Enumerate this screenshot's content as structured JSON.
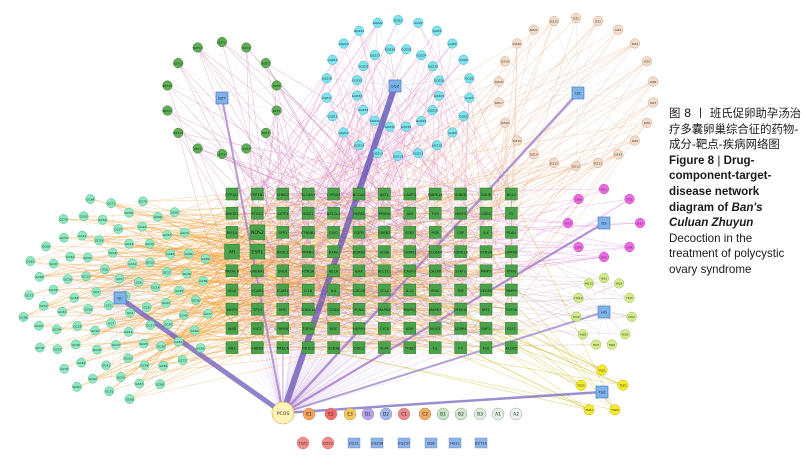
{
  "caption": {
    "cn": "图 8 丨 班氏促卵助孕汤治疗多囊卵巢综合征的药物-成分-靶点-疾病网络图",
    "en_prefix": "Figure 8",
    "en_bar": "|",
    "en_title": "Drug-component-target-disease network diagram of",
    "en_formula": "Ban's Culuan Zhuyun",
    "en_rest": "Decoction in the treatment of polycystic ovary syndrome"
  },
  "colors": {
    "gc": "#8ee8c2",
    "gqz": "#7fe3ee",
    "dz": "#f6dcc8",
    "bzt": "#5fae55",
    "ds": "#f06ae8",
    "hq": "#d4ec8a",
    "tsz": "#f5ea2e",
    "target": "#4aa34a",
    "hub": "#7fb2e8",
    "disease": "#fff3b8"
  },
  "herbs": {
    "gc": {
      "label": "GC",
      "nodes": [
        "GC1",
        "GC2",
        "GC3",
        "GC4",
        "GC5",
        "GC6",
        "GC7",
        "GC8",
        "GC9",
        "GC10",
        "GC11",
        "GC12",
        "GC13",
        "GC14",
        "GC15",
        "GC16",
        "GC17",
        "GC18",
        "GC19",
        "GC20",
        "GC21",
        "GC22",
        "GC23",
        "GC24",
        "GC25",
        "GC26",
        "GC27",
        "GC28",
        "GC29",
        "GC30",
        "GC31",
        "GC32",
        "GC33",
        "GC34",
        "GC35",
        "GC36",
        "GC37",
        "GC38",
        "GC39",
        "GC40",
        "GC41",
        "GC42",
        "GC43",
        "GC44",
        "GC45",
        "GC46",
        "GC47",
        "GC48",
        "GC49",
        "GC50",
        "GC51",
        "GC52",
        "GC53",
        "GC54",
        "GC55",
        "GC56",
        "GC57",
        "GC58",
        "GC59",
        "GC60",
        "GC61",
        "GC62",
        "GC63",
        "GC64",
        "GC65",
        "GC66",
        "GC67",
        "GC68",
        "GC69",
        "GC70",
        "GC71",
        "GC72",
        "GC73",
        "GC74",
        "GC75",
        "GC76",
        "GC77",
        "GC78",
        "GC79",
        "GC80",
        "GC81",
        "GC82",
        "GC83",
        "GC84",
        "GC85",
        "GC86",
        "GC87",
        "GC88"
      ]
    },
    "gqz": {
      "label": "GQZ",
      "nodes": [
        "GQZ1",
        "GQZ2",
        "GQZ3",
        "GQZ4",
        "GQZ5",
        "GQZ6",
        "GQZ7",
        "GQZ8",
        "GQZ9",
        "GQZ10",
        "GQZ11",
        "GQZ12",
        "GQZ13",
        "GQZ14",
        "GQZ15",
        "GQZ16",
        "GQZ17",
        "GQZ18",
        "GQZ19",
        "GQZ20",
        "GQZ21",
        "GQZ22",
        "GQZ23",
        "GQZ24",
        "GQZ25",
        "GQZ26",
        "GQZ27",
        "GQZ28",
        "GQZ29",
        "GQZ30",
        "GQZ31",
        "GQZ32",
        "GQZ33",
        "GQZ34",
        "GQZ35",
        "GQZ36",
        "GQZ37",
        "GQZ38"
      ]
    },
    "dz": {
      "label": "DZ",
      "nodes": [
        "DZ1",
        "DZ2",
        "DZ3",
        "DZ4",
        "DZ5",
        "DZ6",
        "DZ7",
        "DZ8",
        "DZ9",
        "DZ10",
        "DZ11",
        "DZ12",
        "DZ13",
        "DZ14",
        "DZ15",
        "DZ16",
        "DZ17",
        "DZ18",
        "DZ19",
        "DZ20",
        "DZ21",
        "DZ22"
      ]
    },
    "bzt": {
      "label": "BZT",
      "nodes": [
        "BZT1",
        "BZT2",
        "BZT3",
        "BZT4",
        "BZT5",
        "BZT6",
        "BZT7",
        "BZT8",
        "BZT9",
        "BZT10",
        "BZT11",
        "BZT12",
        "BZT13",
        "BZT14"
      ]
    },
    "ds": {
      "label": "DS",
      "nodes": [
        "DS1",
        "DS2",
        "DS3",
        "DS4",
        "DS5",
        "DS6",
        "DS7",
        "DS8"
      ]
    },
    "hq": {
      "label": "HQ",
      "nodes": [
        "HQ1",
        "HQ2",
        "HQ3",
        "HQ4",
        "HQ5",
        "HQ6",
        "HQ7",
        "HQ8",
        "HQ9",
        "HQ10",
        "HQ11"
      ]
    },
    "tsz": {
      "label": "TSZ",
      "nodes": [
        "TSZ1",
        "TSZ2",
        "TSZ3",
        "TSZ4",
        "TSZ5"
      ]
    }
  },
  "targets": [
    [
      "CYP1A1",
      "CYP1B1",
      "CHEK2",
      "SLC6A3",
      "CYP3A4",
      "NCOA2",
      "AKT1",
      "CASP3",
      "MAPK14",
      "IKBKB",
      "CHUK",
      "BCL2"
    ],
    [
      "HMOX1",
      "PTGS1",
      "GSTP1",
      "SOD1",
      "NFE2L2",
      "HSPB1",
      "PPARA",
      "JUN",
      "FOS",
      "MMP3",
      "CDK2",
      "F2"
    ],
    [
      "HIF1A",
      "NOS2",
      "SPP1",
      "CTNNB1",
      "CAV1",
      "EGFR",
      "ERBB2",
      "ESR2",
      "PGR",
      "CRP",
      "IL4",
      "PLAU"
    ],
    [
      "AR",
      "ESR1",
      "NR3C1",
      "PPARG",
      "RXRA",
      "ADRB2",
      "ACHE",
      "CHRM1",
      "SLC6A4",
      "ADRA1A",
      "HTR2A",
      "OPRM1"
    ],
    [
      "PRKACA",
      "GABRA1",
      "DRD1",
      "HTR3A",
      "RELA",
      "BAX",
      "BCL2L1",
      "CASP9",
      "CASP8",
      "STAT1",
      "MMP1",
      "PTEN"
    ],
    [
      "SELE",
      "VCAM1",
      "ICAM1",
      "IL1B",
      "IL6",
      "CXCL8",
      "CCL2",
      "IL10",
      "IFNG",
      "TNF",
      "VEGFA",
      "MMP9"
    ],
    [
      "MMP2",
      "TP53",
      "MYC",
      "CDKN1A",
      "CCND1",
      "PCNA",
      "MAPK8",
      "MAPK1",
      "MAPK3",
      "NFKBIA",
      "IRF1",
      "TOP2A"
    ],
    [
      "INSR",
      "IGF2",
      "SERPINE1",
      "TGFB1",
      "EGF",
      "HSP90",
      "CYCS",
      "KDR",
      "NOS3",
      "ADRB1",
      "RAF1",
      "E2F1"
    ],
    [
      "RB1",
      "ERBB3",
      "PRKCA",
      "PIK3CG",
      "GSK3B",
      "ODC1",
      "PLAT",
      "THBD",
      "F3",
      "F7",
      "F10",
      "ALOX5"
    ]
  ],
  "big_targets": [
    "AR",
    "NOS2",
    "ESR1",
    "PTGS2"
  ],
  "components": [
    "E1",
    "E2",
    "E3",
    "D1",
    "D2",
    "C1",
    "C2",
    "B1",
    "B2",
    "B3",
    "A1",
    "A2"
  ],
  "diseases": [
    "PCOS"
  ],
  "bottom_nodes": [
    "TSZ2",
    "DZ22",
    "DZ21",
    "GQZ38",
    "GQZ37",
    "DS8",
    "HQ11",
    "BZT14"
  ]
}
